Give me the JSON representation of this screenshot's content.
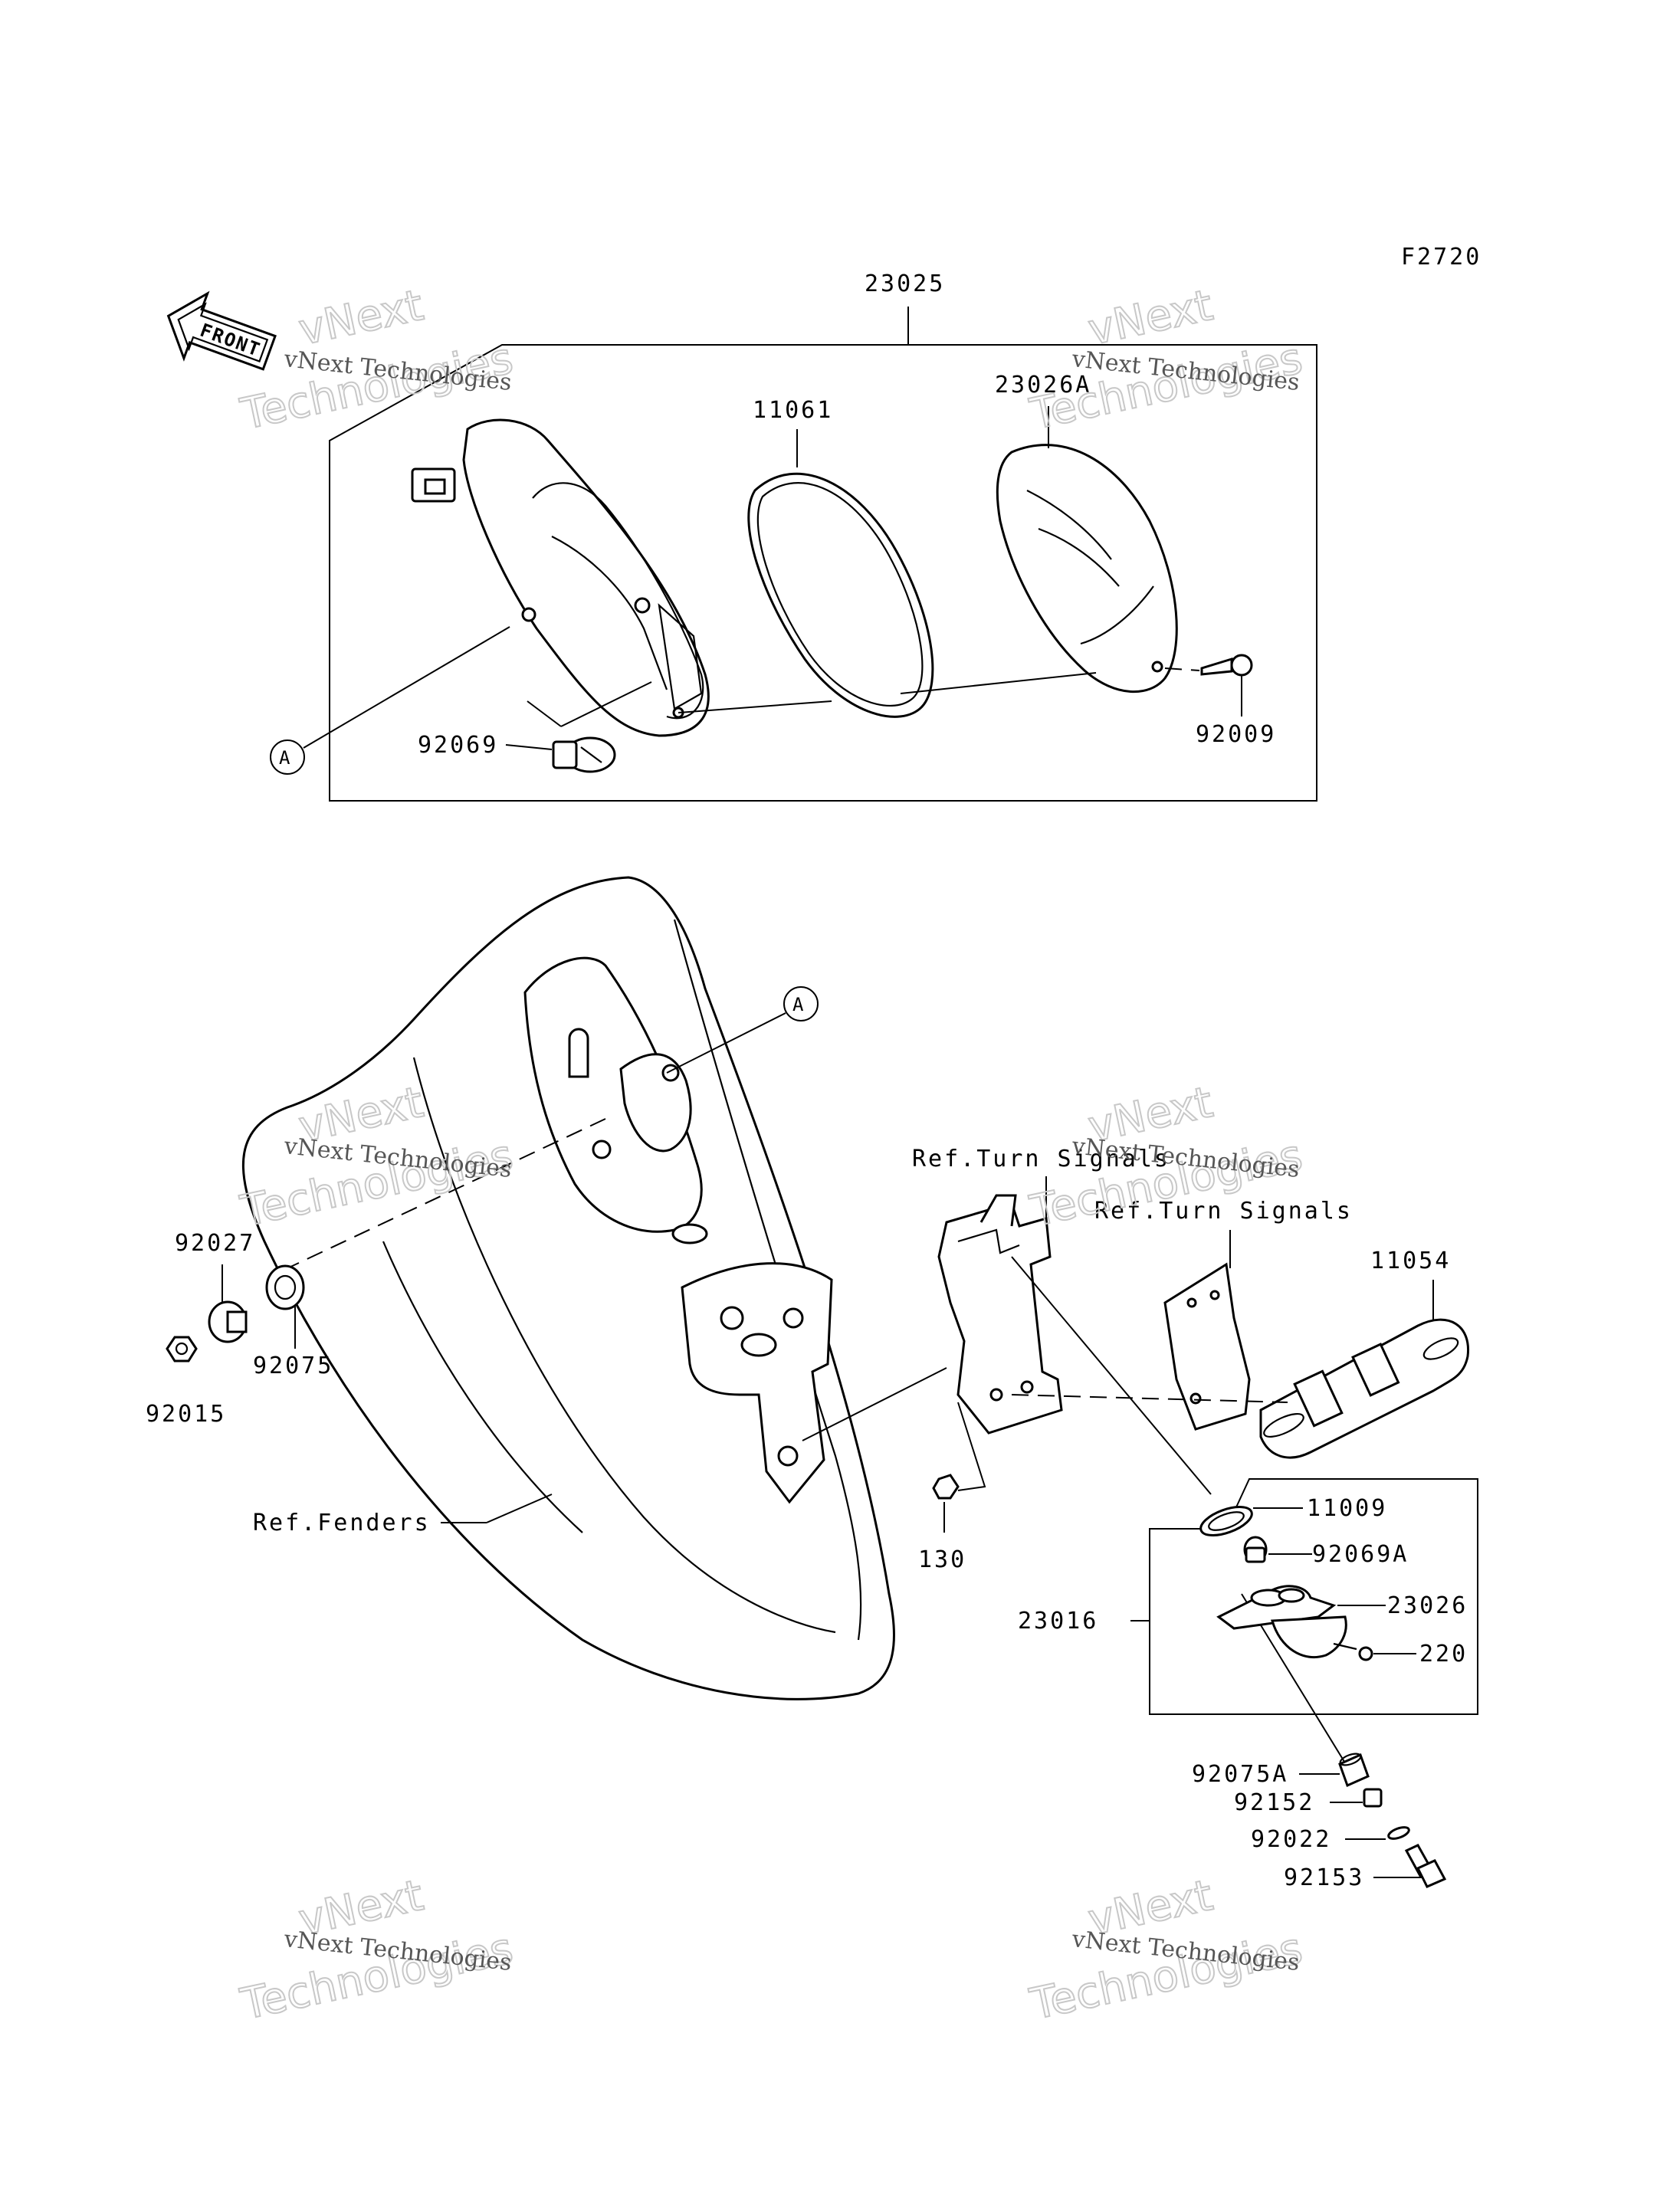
{
  "figure_code": "F2720",
  "front_label": "FRONT",
  "callout_a": "A",
  "watermark": {
    "line1": "vNext Technologies",
    "line2a": "vNext",
    "line2b": "Technologies"
  },
  "parts": {
    "p23025": "23025",
    "p11061": "11061",
    "p23026A": "23026A",
    "p92009": "92009",
    "p92069": "92069",
    "p92027": "92027",
    "p92075": "92075",
    "p92015": "92015",
    "ref_fenders": "Ref.Fenders",
    "ref_turn_1": "Ref.Turn Signals",
    "ref_turn_2": "Ref.Turn Signals",
    "p11054": "11054",
    "p130": "130",
    "p11009": "11009",
    "p92069A": "92069A",
    "p23026": "23026",
    "p220": "220",
    "p23016": "23016",
    "p92075A": "92075A",
    "p92152": "92152",
    "p92022": "92022",
    "p92153": "92153"
  }
}
